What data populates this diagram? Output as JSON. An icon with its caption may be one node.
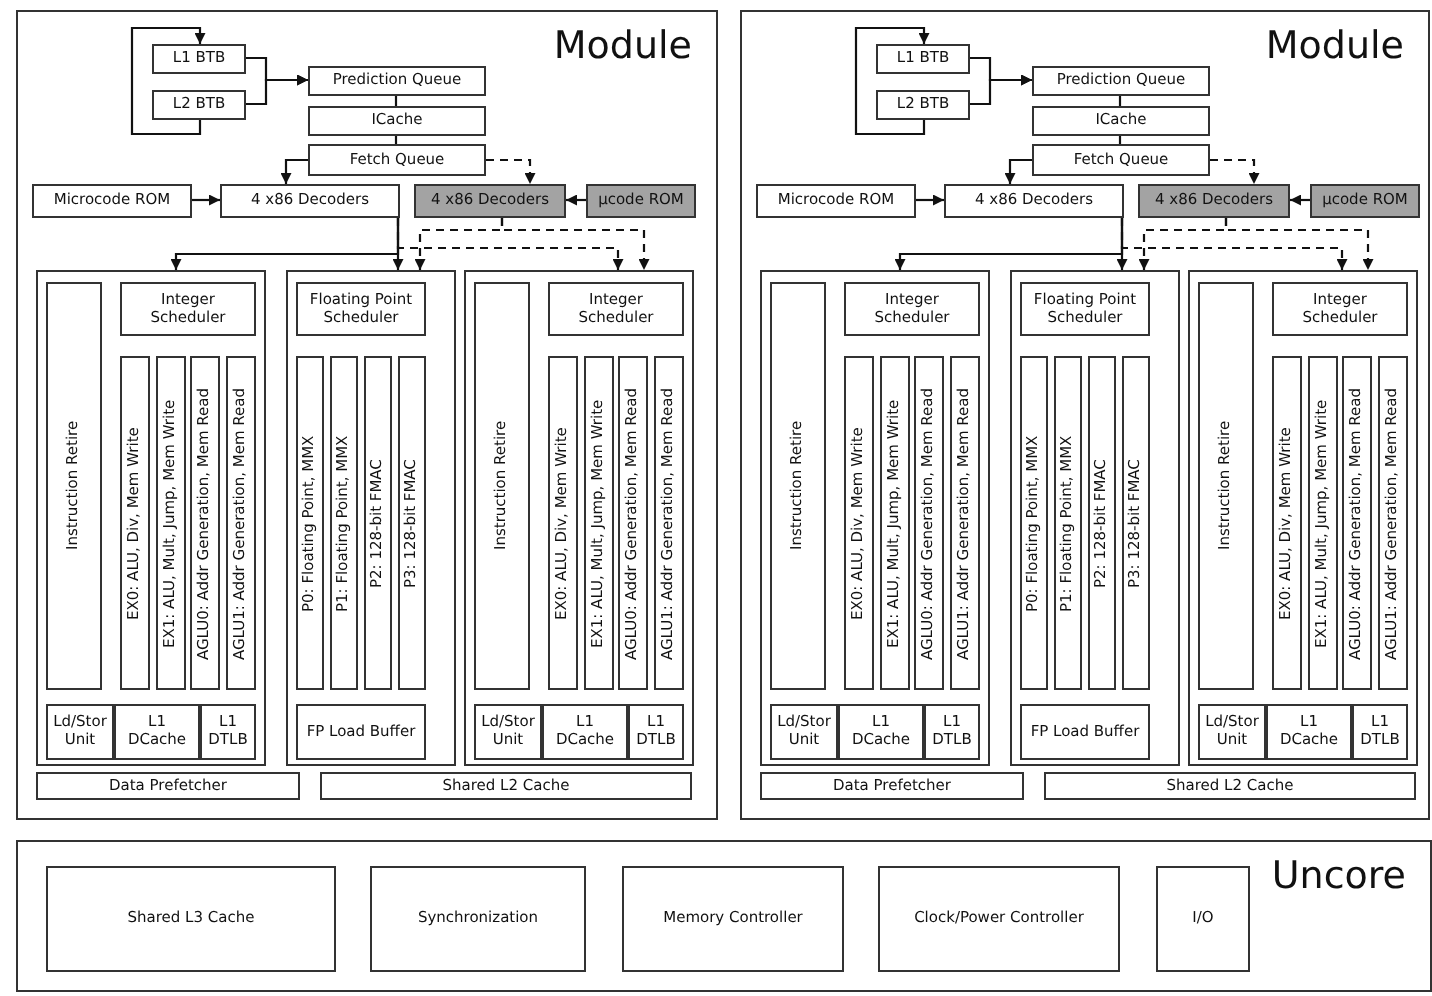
{
  "diagram": {
    "nodes": [
      {
        "text": [
          "Module"
        ]
      },
      {
        "text": [
          "L1 BTB"
        ],
        "in": 0
      },
      {
        "text": [
          "L2 BTB"
        ],
        "in": 0
      },
      {
        "text": [
          "Prediction Queue"
        ],
        "in": 0
      },
      {
        "text": [
          "ICache"
        ],
        "in": 0
      },
      {
        "text": [
          "Fetch Queue"
        ],
        "in": 0
      },
      {
        "text": [
          "Microcode ROM"
        ],
        "in": 0
      },
      {
        "text": [
          "4 x86 Decoders"
        ],
        "in": 0
      },
      {
        "text": [
          "4 x86 Decoders"
        ],
        "in": 0
      },
      {
        "text": [
          "µcode ROM"
        ],
        "in": 0
      },
      {
        "text": [],
        "shape": "box",
        "in": 0
      },
      {
        "text": [
          "Instruction Retire"
        ],
        "in": 10
      },
      {
        "text": [
          "Integer Scheduler"
        ],
        "in": 10
      },
      {
        "text": [
          "EX0: ALU, Div, Mem Write"
        ],
        "in": 10
      },
      {
        "text": [
          "EX1: ALU, Mult, Jump, Mem Write"
        ],
        "in": 10
      },
      {
        "text": [
          "AGLU0: Addr Generation, Mem Read"
        ],
        "in": 10
      },
      {
        "text": [
          "AGLU1: Addr Generation, Mem Read"
        ],
        "in": 10
      },
      {
        "text": [
          "Ld/Stor Unit"
        ],
        "in": 10
      },
      {
        "text": [
          "L1 DCache"
        ],
        "in": 10
      },
      {
        "text": [
          "L1 DTLB"
        ],
        "in": 10
      },
      {
        "text": [],
        "shape": "box",
        "in": 0
      },
      {
        "text": [
          "Floating Point Scheduler"
        ],
        "in": 20
      },
      {
        "text": [
          "P0: Floating Point, MMX"
        ],
        "in": 20
      },
      {
        "text": [
          "P1: Floating Point, MMX"
        ],
        "in": 20
      },
      {
        "text": [
          "P2: 128-bit FMAC"
        ],
        "in": 20
      },
      {
        "text": [
          "P3: 128-bit FMAC"
        ],
        "in": 20
      },
      {
        "text": [
          "FP Load Buffer"
        ],
        "in": 20
      },
      {
        "text": [],
        "shape": "box",
        "in": 0
      },
      {
        "text": [
          "Instruction Retire"
        ],
        "in": 27
      },
      {
        "text": [
          "Integer Scheduler"
        ],
        "in": 27
      },
      {
        "text": [
          "EX0: ALU, Div, Mem Write"
        ],
        "in": 27
      },
      {
        "text": [
          "EX1: ALU, Mult, Jump, Mem Write"
        ],
        "in": 27
      },
      {
        "text": [
          "AGLU0: Addr Generation, Mem Read"
        ],
        "in": 27
      },
      {
        "text": [
          "AGLU1: Addr Generation, Mem Read"
        ],
        "in": 27
      },
      {
        "text": [
          "Ld/Stor Unit"
        ],
        "in": 27
      },
      {
        "text": [
          "L1 DCache"
        ],
        "in": 27
      },
      {
        "text": [
          "L1 DTLB"
        ],
        "in": 27
      },
      {
        "text": [
          "Data Prefetcher"
        ],
        "in": 0
      },
      {
        "text": [
          "Shared L2 Cache"
        ],
        "in": 0
      },
      {
        "text": [
          "Module"
        ]
      },
      {
        "text": [
          "L1 BTB"
        ],
        "in": 39
      },
      {
        "text": [
          "L2 BTB"
        ],
        "in": 39
      },
      {
        "text": [
          "Prediction Queue"
        ],
        "in": 39
      },
      {
        "text": [
          "ICache"
        ],
        "in": 39
      },
      {
        "text": [
          "Fetch Queue"
        ],
        "in": 39
      },
      {
        "text": [
          "Microcode ROM"
        ],
        "in": 39
      },
      {
        "text": [
          "4 x86 Decoders"
        ],
        "in": 39
      },
      {
        "text": [
          "4 x86 Decoders"
        ],
        "in": 39
      },
      {
        "text": [
          "µcode ROM"
        ],
        "in": 39
      },
      {
        "text": [],
        "shape": "box",
        "in": 39
      },
      {
        "text": [
          "Instruction Retire"
        ],
        "in": 49
      },
      {
        "text": [
          "Integer Scheduler"
        ],
        "in": 49
      },
      {
        "text": [
          "EX0: ALU, Div, Mem Write"
        ],
        "in": 49
      },
      {
        "text": [
          "EX1: ALU, Mult, Jump, Mem Write"
        ],
        "in": 49
      },
      {
        "text": [
          "AGLU0: Addr Generation, Mem Read"
        ],
        "in": 49
      },
      {
        "text": [
          "AGLU1: Addr Generation, Mem Read"
        ],
        "in": 49
      },
      {
        "text": [
          "Ld/Stor Unit"
        ],
        "in": 49
      },
      {
        "text": [
          "L1 DCache"
        ],
        "in": 49
      },
      {
        "text": [
          "L1 DTLB"
        ],
        "in": 49
      },
      {
        "text": [],
        "shape": "box",
        "in": 39
      },
      {
        "text": [
          "Floating Point Scheduler"
        ],
        "in": 59
      },
      {
        "text": [
          "P0: Floating Point, MMX"
        ],
        "in": 59
      },
      {
        "text": [
          "P1: Floating Point, MMX"
        ],
        "in": 59
      },
      {
        "text": [
          "P2: 128-bit FMAC"
        ],
        "in": 59
      },
      {
        "text": [
          "P3: 128-bit FMAC"
        ],
        "in": 59
      },
      {
        "text": [
          "FP Load Buffer"
        ],
        "in": 59
      },
      {
        "text": [],
        "shape": "box",
        "in": 39
      },
      {
        "text": [
          "Instruction Retire"
        ],
        "in": 66
      },
      {
        "text": [
          "Integer Scheduler"
        ],
        "in": 66
      },
      {
        "text": [
          "EX0: ALU, Div, Mem Write"
        ],
        "in": 66
      },
      {
        "text": [
          "EX1: ALU, Mult, Jump, Mem Write"
        ],
        "in": 66
      },
      {
        "text": [
          "AGLU0: Addr Generation, Mem Read"
        ],
        "in": 66
      },
      {
        "text": [
          "AGLU1: Addr Generation, Mem Read"
        ],
        "in": 66
      },
      {
        "text": [
          "Ld/Stor Unit"
        ],
        "in": 66
      },
      {
        "text": [
          "L1 DCache"
        ],
        "in": 66
      },
      {
        "text": [
          "L1 DTLB"
        ],
        "in": 66
      },
      {
        "text": [
          "Data Prefetcher"
        ],
        "in": 39
      },
      {
        "text": [
          "Shared L2 Cache"
        ],
        "in": 39
      },
      {
        "text": [
          "Uncore"
        ]
      },
      {
        "text": [
          "Shared L3 Cache"
        ],
        "in": 78
      },
      {
        "text": [
          "Synchronization"
        ],
        "in": 78
      },
      {
        "text": [
          "Memory Controller"
        ],
        "in": 78
      },
      {
        "text": [
          "Clock/Power Controller"
        ],
        "in": 78
      },
      {
        "text": [
          "I/O"
        ],
        "in": 78
      }
    ],
    "edges": [
      {
        "from": 1,
        "to": 3,
        "arrow": "to"
      },
      {
        "from": 2,
        "to": 3,
        "arrow": "to"
      },
      {
        "from": 2,
        "to": 1,
        "arrow": "to"
      },
      {
        "from": 3,
        "to": 4,
        "arrow": "none"
      },
      {
        "from": 4,
        "to": 5,
        "arrow": "none"
      },
      {
        "from": 5,
        "to": 7,
        "arrow": "to"
      },
      {
        "from": 5,
        "to": 8,
        "arrow": "to",
        "style": "dashed"
      },
      {
        "from": 6,
        "to": 7,
        "arrow": "to"
      },
      {
        "from": 9,
        "to": 8,
        "arrow": "to"
      },
      {
        "from": 7,
        "to": 10,
        "arrow": "to"
      },
      {
        "from": 7,
        "to": 20,
        "arrow": "to"
      },
      {
        "from": 7,
        "to": 27,
        "arrow": "to",
        "style": "dashed"
      },
      {
        "from": 8,
        "to": 20,
        "arrow": "to",
        "style": "dashed"
      },
      {
        "from": 8,
        "to": 27,
        "arrow": "to",
        "style": "dashed"
      },
      {
        "from": 40,
        "to": 42,
        "arrow": "to"
      },
      {
        "from": 41,
        "to": 42,
        "arrow": "to"
      },
      {
        "from": 41,
        "to": 40,
        "arrow": "to"
      },
      {
        "from": 42,
        "to": 43,
        "arrow": "none"
      },
      {
        "from": 43,
        "to": 44,
        "arrow": "none"
      },
      {
        "from": 44,
        "to": 46,
        "arrow": "to"
      },
      {
        "from": 44,
        "to": 47,
        "arrow": "to",
        "style": "dashed"
      },
      {
        "from": 45,
        "to": 46,
        "arrow": "to"
      },
      {
        "from": 48,
        "to": 47,
        "arrow": "to"
      },
      {
        "from": 46,
        "to": 49,
        "arrow": "to"
      },
      {
        "from": 46,
        "to": 59,
        "arrow": "to"
      },
      {
        "from": 46,
        "to": 66,
        "arrow": "to",
        "style": "dashed"
      },
      {
        "from": 47,
        "to": 59,
        "arrow": "to",
        "style": "dashed"
      },
      {
        "from": 47,
        "to": 66,
        "arrow": "to",
        "style": "dashed"
      }
    ]
  }
}
